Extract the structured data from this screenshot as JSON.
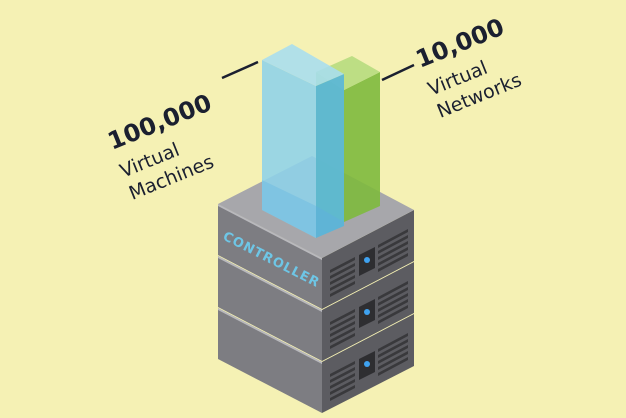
{
  "colors": {
    "background": "#f5f1b4",
    "server_top": "#a7a7ab",
    "server_left": "#7d7d82",
    "server_right": "#5c5c61",
    "vm_bar": "#6ec6e6",
    "net_bar": "#8cc44a",
    "label_text": "#1b2030",
    "controller_text": "#6ec6e6",
    "led": "#3fa2f0"
  },
  "vm_label": {
    "count": "100,000",
    "line1": "Virtual",
    "line2": "Machines"
  },
  "network_label": {
    "count": "10,000",
    "line1": "Virtual",
    "line2": "Networks"
  },
  "server": {
    "controller_label": "CONTROLLER",
    "units": 3
  }
}
